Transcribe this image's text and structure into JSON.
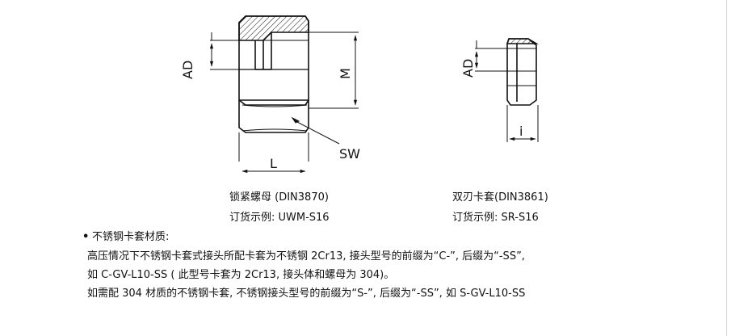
{
  "nut": {
    "dim_ad": "AD",
    "dim_m": "M",
    "dim_sw": "SW",
    "dim_l": "L",
    "title": "锁紧螺母  (DIN3870)",
    "order_example": "订货示例: UWM-S16"
  },
  "ferrule": {
    "dim_ad": "AD",
    "dim_i": "i",
    "title": "双刃卡套(DIN3861)",
    "order_example": "订货示例: SR-S16"
  },
  "material_section": {
    "bullet": "•",
    "heading": "不锈钢卡套材质:",
    "lines": [
      "高压情况下不锈钢卡套式接头所配卡套为不锈钢 2Cr13, 接头型号的前缀为“C-”, 后缀为“-SS”,",
      "如 C-GV-L10-SS ( 此型号卡套为 2Cr13, 接头体和螺母为 304)。",
      "如需配 304 材质的不锈钢卡套, 不锈钢接头型号的前缀为“S-”, 后缀为“-SS”, 如 S-GV-L10-SS"
    ]
  }
}
